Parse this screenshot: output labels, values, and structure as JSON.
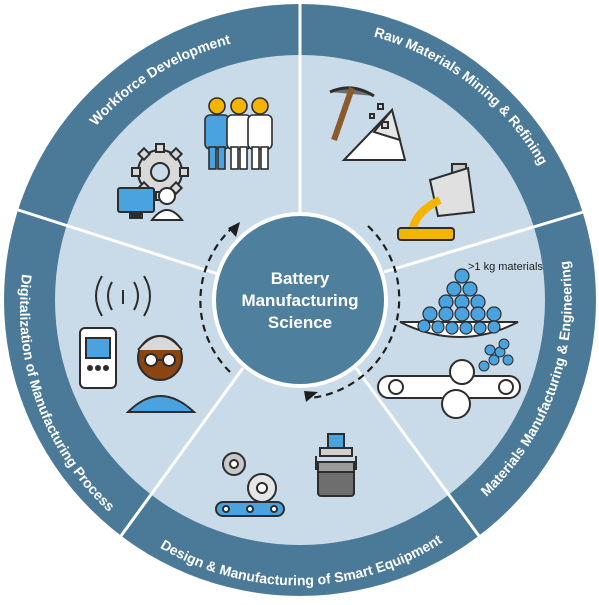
{
  "center": {
    "line1": "Battery",
    "line2": "Manufacturing",
    "line3": "Science"
  },
  "sectors": {
    "raw_materials": "Raw Materials Mining & Refining",
    "materials_manufacturing": "Materials Manufacturing & Engineering",
    "smart_equipment": "Design & Manufacturing of Smart Equipment",
    "digitalization": "Digitalization of Manufacturing Process",
    "workforce": "Workforce Development"
  },
  "annotations": {
    "materials_quantity": ">1 kg materials"
  },
  "colors": {
    "outer_ring": "#4b7a98",
    "inner_fill": "#c9dbe8",
    "center_fill": "#4e7f9d",
    "divider": "#ffffff",
    "icon_blue": "#4aa3df",
    "icon_dark": "#2d2d2d",
    "icon_gold": "#f4b400"
  },
  "icons": [
    "workforce-people-icon",
    "computer-user-gear-icon",
    "pickaxe-mountain-icon",
    "smelting-crucible-icon",
    "material-spheres-pile-icon",
    "roller-conveyor-icon",
    "gears-conveyor-icon",
    "robotic-gripper-icon",
    "tablet-device-icon",
    "wireless-signal-icon",
    "person-glasses-icon"
  ]
}
